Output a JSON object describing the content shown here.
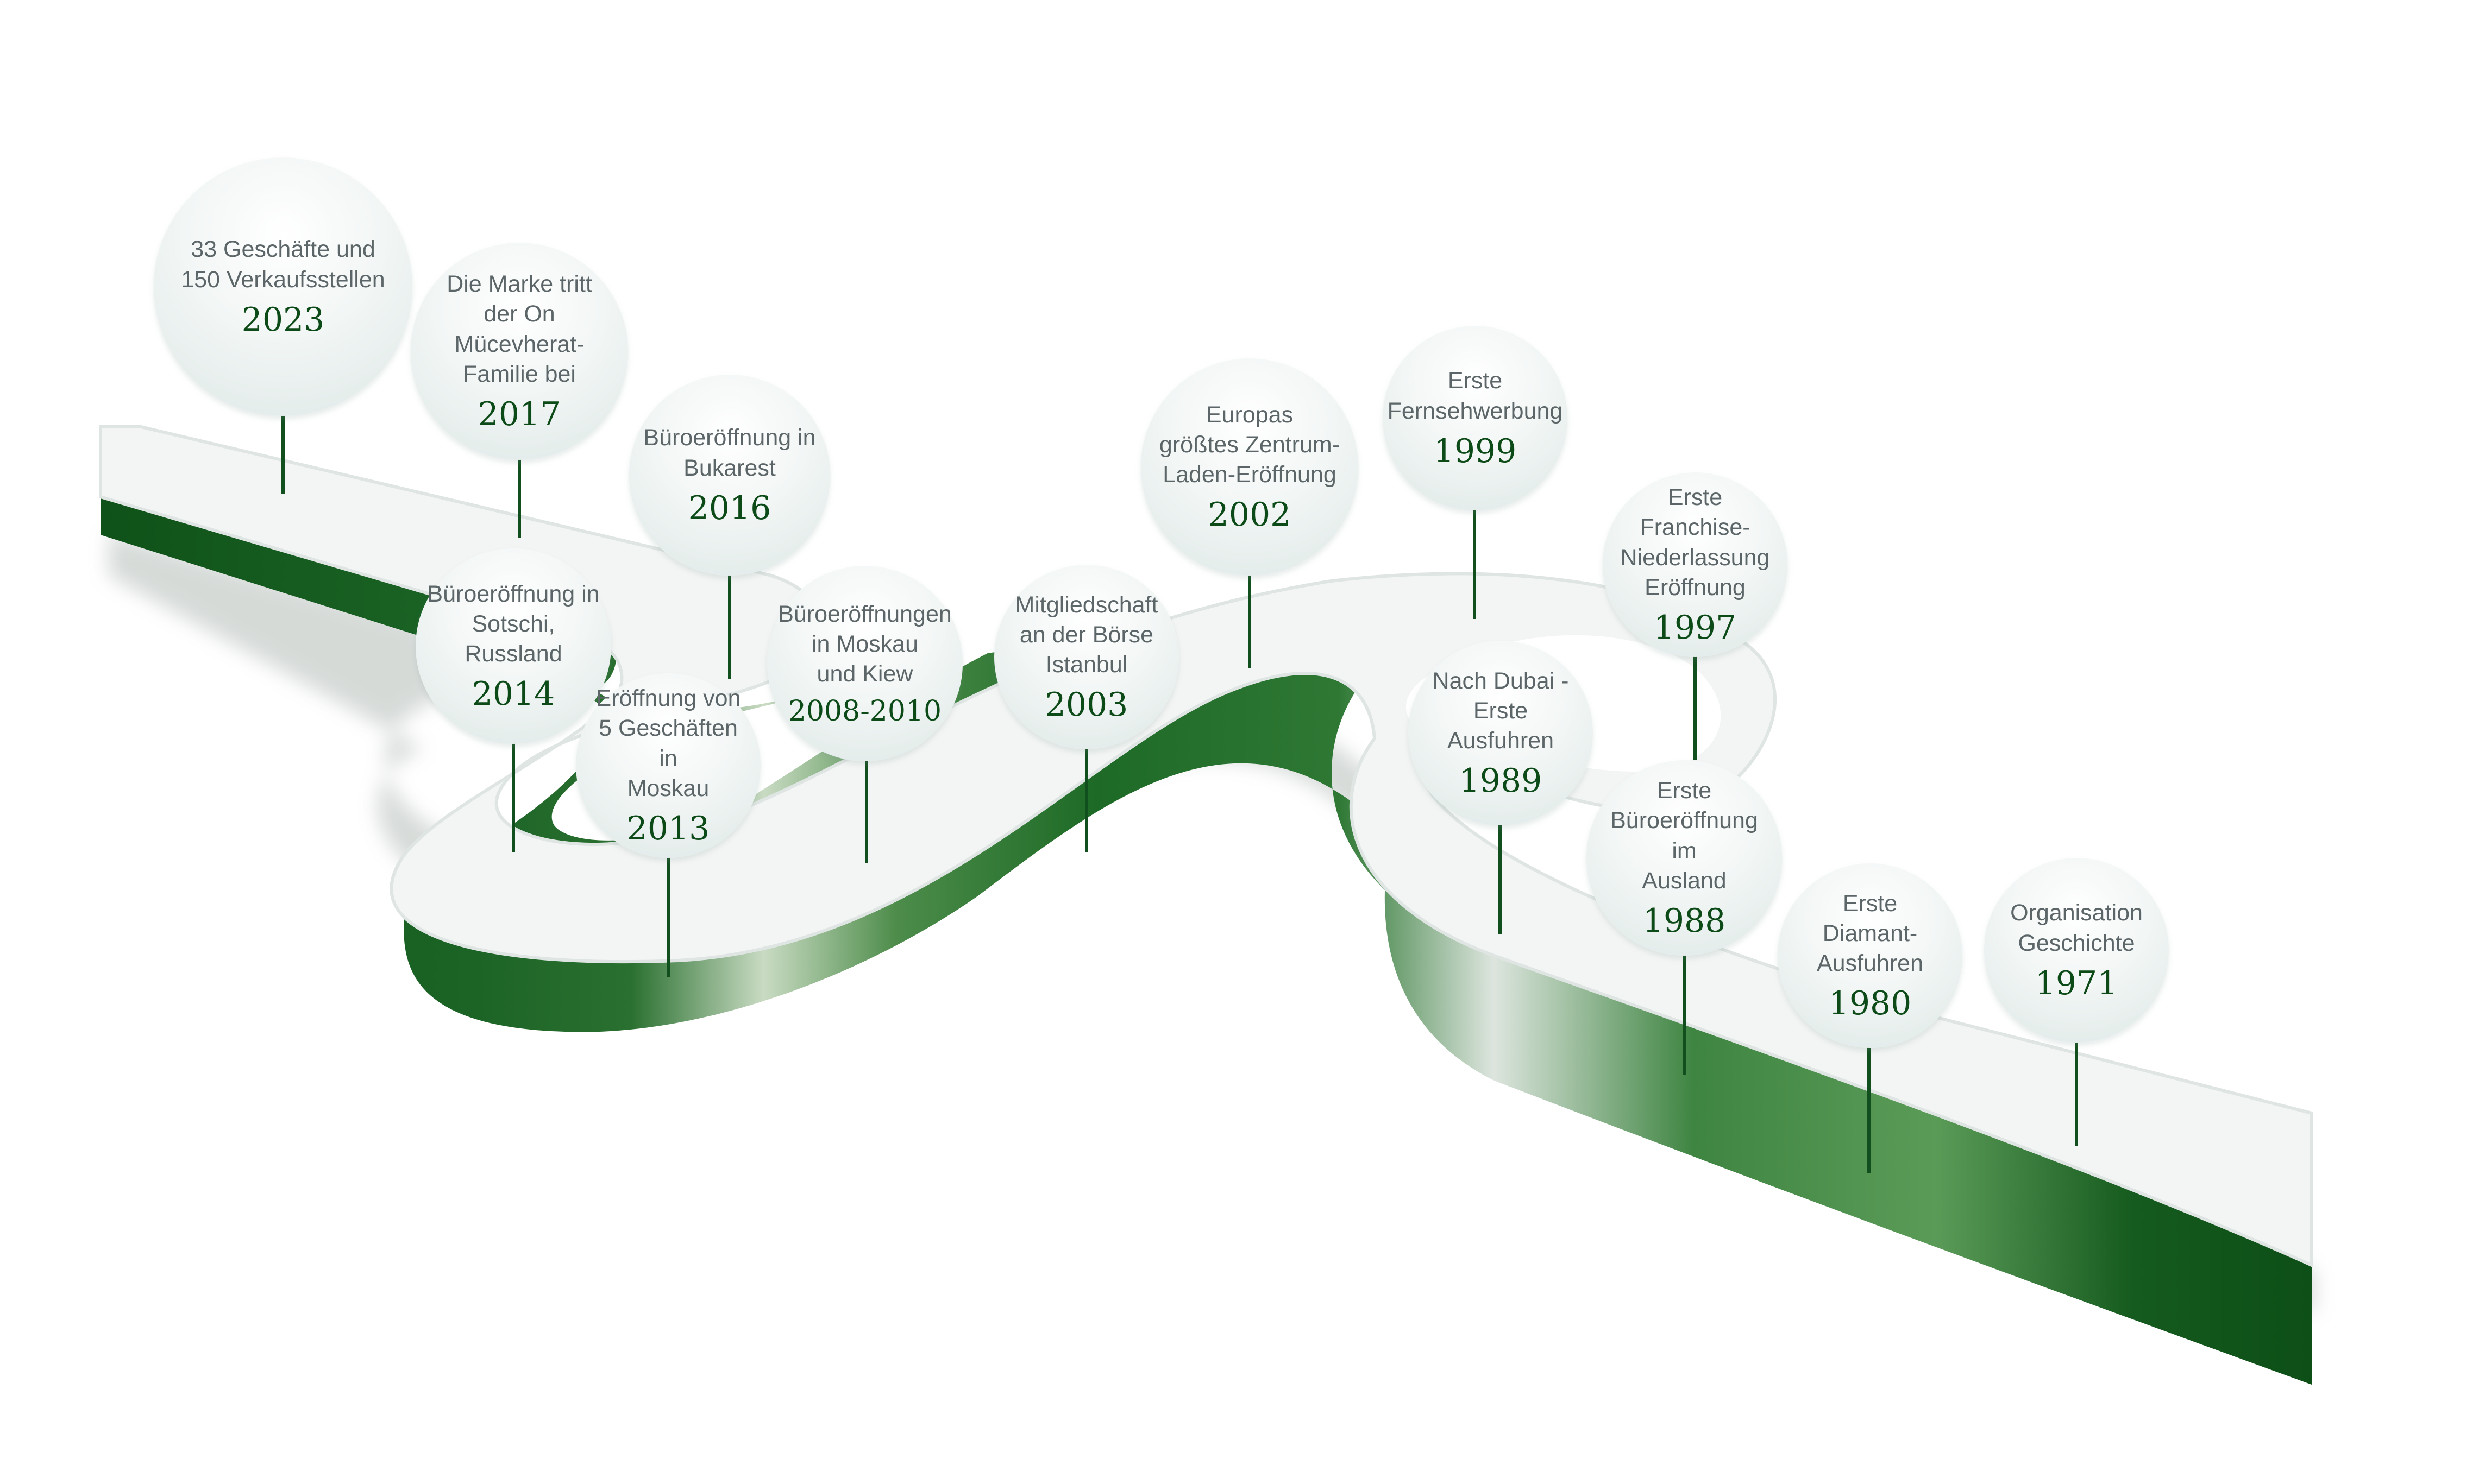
{
  "colors": {
    "road_dark": "#0d4f17",
    "road_mid": "#5f9a5c",
    "road_light": "#cfe1cb",
    "road_top": "#f4f6f5",
    "year_text": "#0c4a17",
    "label_text": "#5c6668"
  },
  "milestones": [
    {
      "id": "m2023",
      "label": "33 Geschäfte und\n150 Verkaufsstellen",
      "year": "2023"
    },
    {
      "id": "m2017",
      "label": "Die Marke tritt\nder On Mücevherat-\nFamilie bei",
      "year": "2017"
    },
    {
      "id": "m2016",
      "label": "Büroeröffnung in\nBukarest",
      "year": "2016"
    },
    {
      "id": "m2014",
      "label": "Büroeröffnung in\nSotschi,\nRussland",
      "year": "2014"
    },
    {
      "id": "m2013",
      "label": "Eröffnung von\n5 Geschäften in\nMoskau",
      "year": "2013"
    },
    {
      "id": "m2008",
      "label": "Büroeröffnungen\nin Moskau\nund Kiew",
      "year": "2008-2010"
    },
    {
      "id": "m2003",
      "label": "Mitgliedschaft\nan der Börse\nIstanbul",
      "year": "2003"
    },
    {
      "id": "m2002",
      "label": "Europas\ngrößtes Zentrum-\nLaden-Eröffnung",
      "year": "2002"
    },
    {
      "id": "m1999",
      "label": "Erste\nFernsehwerbung",
      "year": "1999"
    },
    {
      "id": "m1997",
      "label": "Erste Franchise-\nNiederlassung\nEröffnung",
      "year": "1997"
    },
    {
      "id": "m1989",
      "label": "Nach Dubai -\nErste Ausfuhren",
      "year": "1989"
    },
    {
      "id": "m1988",
      "label": "Erste\nBüroeröffnung im\nAusland",
      "year": "1988"
    },
    {
      "id": "m1980",
      "label": "Erste\nDiamant-\nAusfuhren",
      "year": "1980"
    },
    {
      "id": "m1971",
      "label": "Organisation\nGeschichte",
      "year": "1971"
    }
  ]
}
